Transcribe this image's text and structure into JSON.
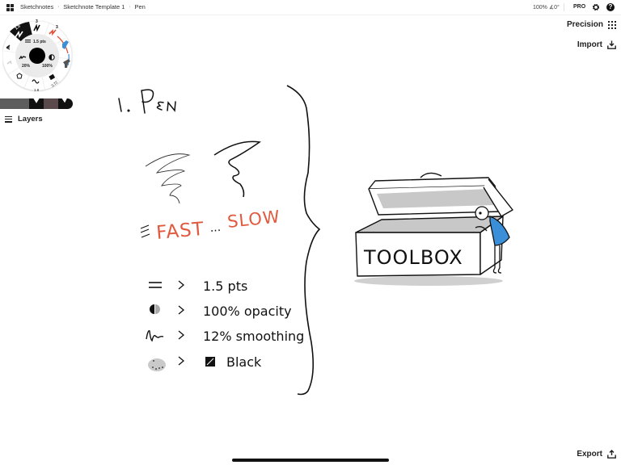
{
  "topbar": {
    "apps_icon": "apps-grid-icon",
    "breadcrumbs": [
      "Sketchnotes",
      "Sketchnote Template 1",
      "Pen"
    ],
    "zoom_level": "100%",
    "rotation": "∡0°",
    "status_text": "100% ∡0°",
    "pro_label": "PRO",
    "settings_icon": "gear-icon",
    "help_icon": "help-icon"
  },
  "right_panel": {
    "precision_label": "Precision",
    "import_label": "Import",
    "export_label": "Export"
  },
  "tool_wheel": {
    "stroke_size": "1.5 pts",
    "smoothing": "20%",
    "opacity": "100%",
    "tools": [
      {
        "name": "pen",
        "size": "1.5",
        "selected": true
      },
      {
        "name": "pencil",
        "size": "3"
      },
      {
        "name": "marker",
        "size": "3",
        "color": "#e24a33"
      },
      {
        "name": "highlighter",
        "color": "#3b8fd9"
      },
      {
        "name": "brush"
      },
      {
        "name": "fill",
        "size": "3.72"
      },
      {
        "name": "eraser-wave",
        "size": "1.8"
      },
      {
        "name": "lasso"
      },
      {
        "name": "undo-arrow"
      },
      {
        "name": "redo-arrow"
      }
    ]
  },
  "palette": {
    "swatches": [
      "#5d5d5d",
      "#6b6465",
      "#111111",
      "#5a4a4b",
      "#111111"
    ]
  },
  "layers": {
    "label": "Layers"
  },
  "sketch": {
    "title": "1. PEN",
    "speed_left": "FAST",
    "speed_dots": "...",
    "speed_right": "SLOW",
    "speed_color": "#e05a3f",
    "properties": [
      {
        "icon": "stroke-size-icon",
        "arrow": ">",
        "text": "1.5 pts"
      },
      {
        "icon": "opacity-icon",
        "arrow": ">",
        "text": "100% opacity"
      },
      {
        "icon": "smoothing-icon",
        "arrow": ">",
        "text": "12% smoothing"
      },
      {
        "icon": "palette-icon",
        "arrow": ">",
        "text": "Black"
      }
    ],
    "toolbox_label": "TOOLBOX",
    "figure_color": "#3b8fd9"
  }
}
